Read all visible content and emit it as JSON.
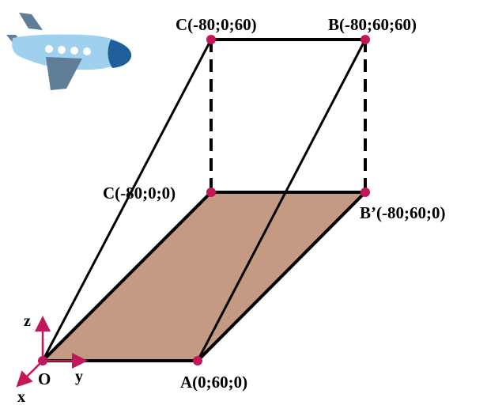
{
  "colors": {
    "plane_fill": "#c49a82",
    "edge": "#000000",
    "point": "#c2185b",
    "axis": "#c2185b",
    "airplane_body": "#9fd0ee",
    "airplane_wing": "#5f7d96",
    "airplane_nose": "#1f5f9c"
  },
  "icons": {
    "airplane": "airplane-icon"
  },
  "points": {
    "c_top": "C(-80;0;60)",
    "b_top": "B(-80;60;60)",
    "c_mid": "C(-80;0;0)",
    "b_prime": "B’(-80;60;0)",
    "a": "A(0;60;0)",
    "origin": "O"
  },
  "axes": {
    "x": "x",
    "y": "y",
    "z": "z"
  }
}
